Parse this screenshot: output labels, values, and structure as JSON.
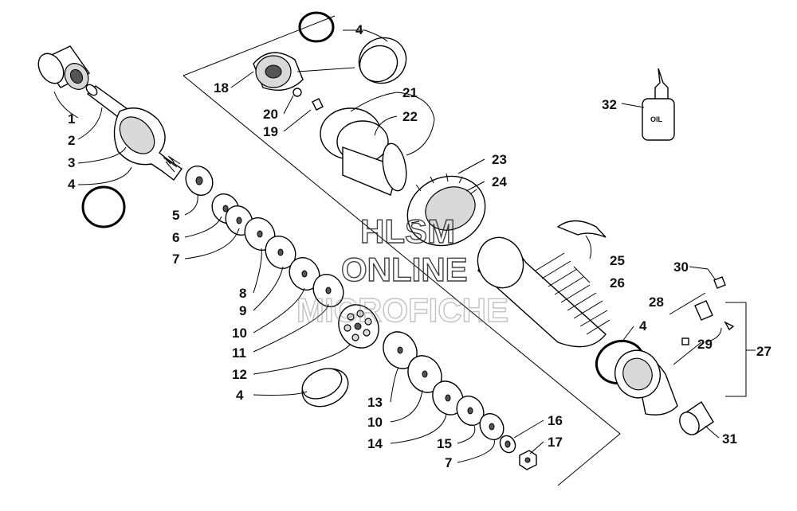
{
  "diagram": {
    "watermark": [
      "HLSM",
      "ONLINE",
      "MICROFICHE"
    ],
    "oil_bottle_text": "OIL",
    "callouts": [
      {
        "id": "c1",
        "text": "1"
      },
      {
        "id": "c2",
        "text": "2"
      },
      {
        "id": "c3",
        "text": "3"
      },
      {
        "id": "c4a",
        "text": "4"
      },
      {
        "id": "c4b",
        "text": "4"
      },
      {
        "id": "c4c",
        "text": "4"
      },
      {
        "id": "c4d",
        "text": "4"
      },
      {
        "id": "c5",
        "text": "5"
      },
      {
        "id": "c6",
        "text": "6"
      },
      {
        "id": "c7a",
        "text": "7"
      },
      {
        "id": "c7b",
        "text": "7"
      },
      {
        "id": "c8",
        "text": "8"
      },
      {
        "id": "c9",
        "text": "9"
      },
      {
        "id": "c10a",
        "text": "10"
      },
      {
        "id": "c10b",
        "text": "10"
      },
      {
        "id": "c11",
        "text": "11"
      },
      {
        "id": "c12",
        "text": "12"
      },
      {
        "id": "c13",
        "text": "13"
      },
      {
        "id": "c14",
        "text": "14"
      },
      {
        "id": "c15",
        "text": "15"
      },
      {
        "id": "c16",
        "text": "16"
      },
      {
        "id": "c17",
        "text": "17"
      },
      {
        "id": "c18",
        "text": "18"
      },
      {
        "id": "c19",
        "text": "19"
      },
      {
        "id": "c20",
        "text": "20"
      },
      {
        "id": "c21",
        "text": "21"
      },
      {
        "id": "c22",
        "text": "22"
      },
      {
        "id": "c23",
        "text": "23"
      },
      {
        "id": "c24",
        "text": "24"
      },
      {
        "id": "c25",
        "text": "25"
      },
      {
        "id": "c26",
        "text": "26"
      },
      {
        "id": "c27",
        "text": "27"
      },
      {
        "id": "c28",
        "text": "28"
      },
      {
        "id": "c29",
        "text": "29"
      },
      {
        "id": "c30",
        "text": "30"
      },
      {
        "id": "c31",
        "text": "31"
      },
      {
        "id": "c32",
        "text": "32"
      }
    ]
  }
}
